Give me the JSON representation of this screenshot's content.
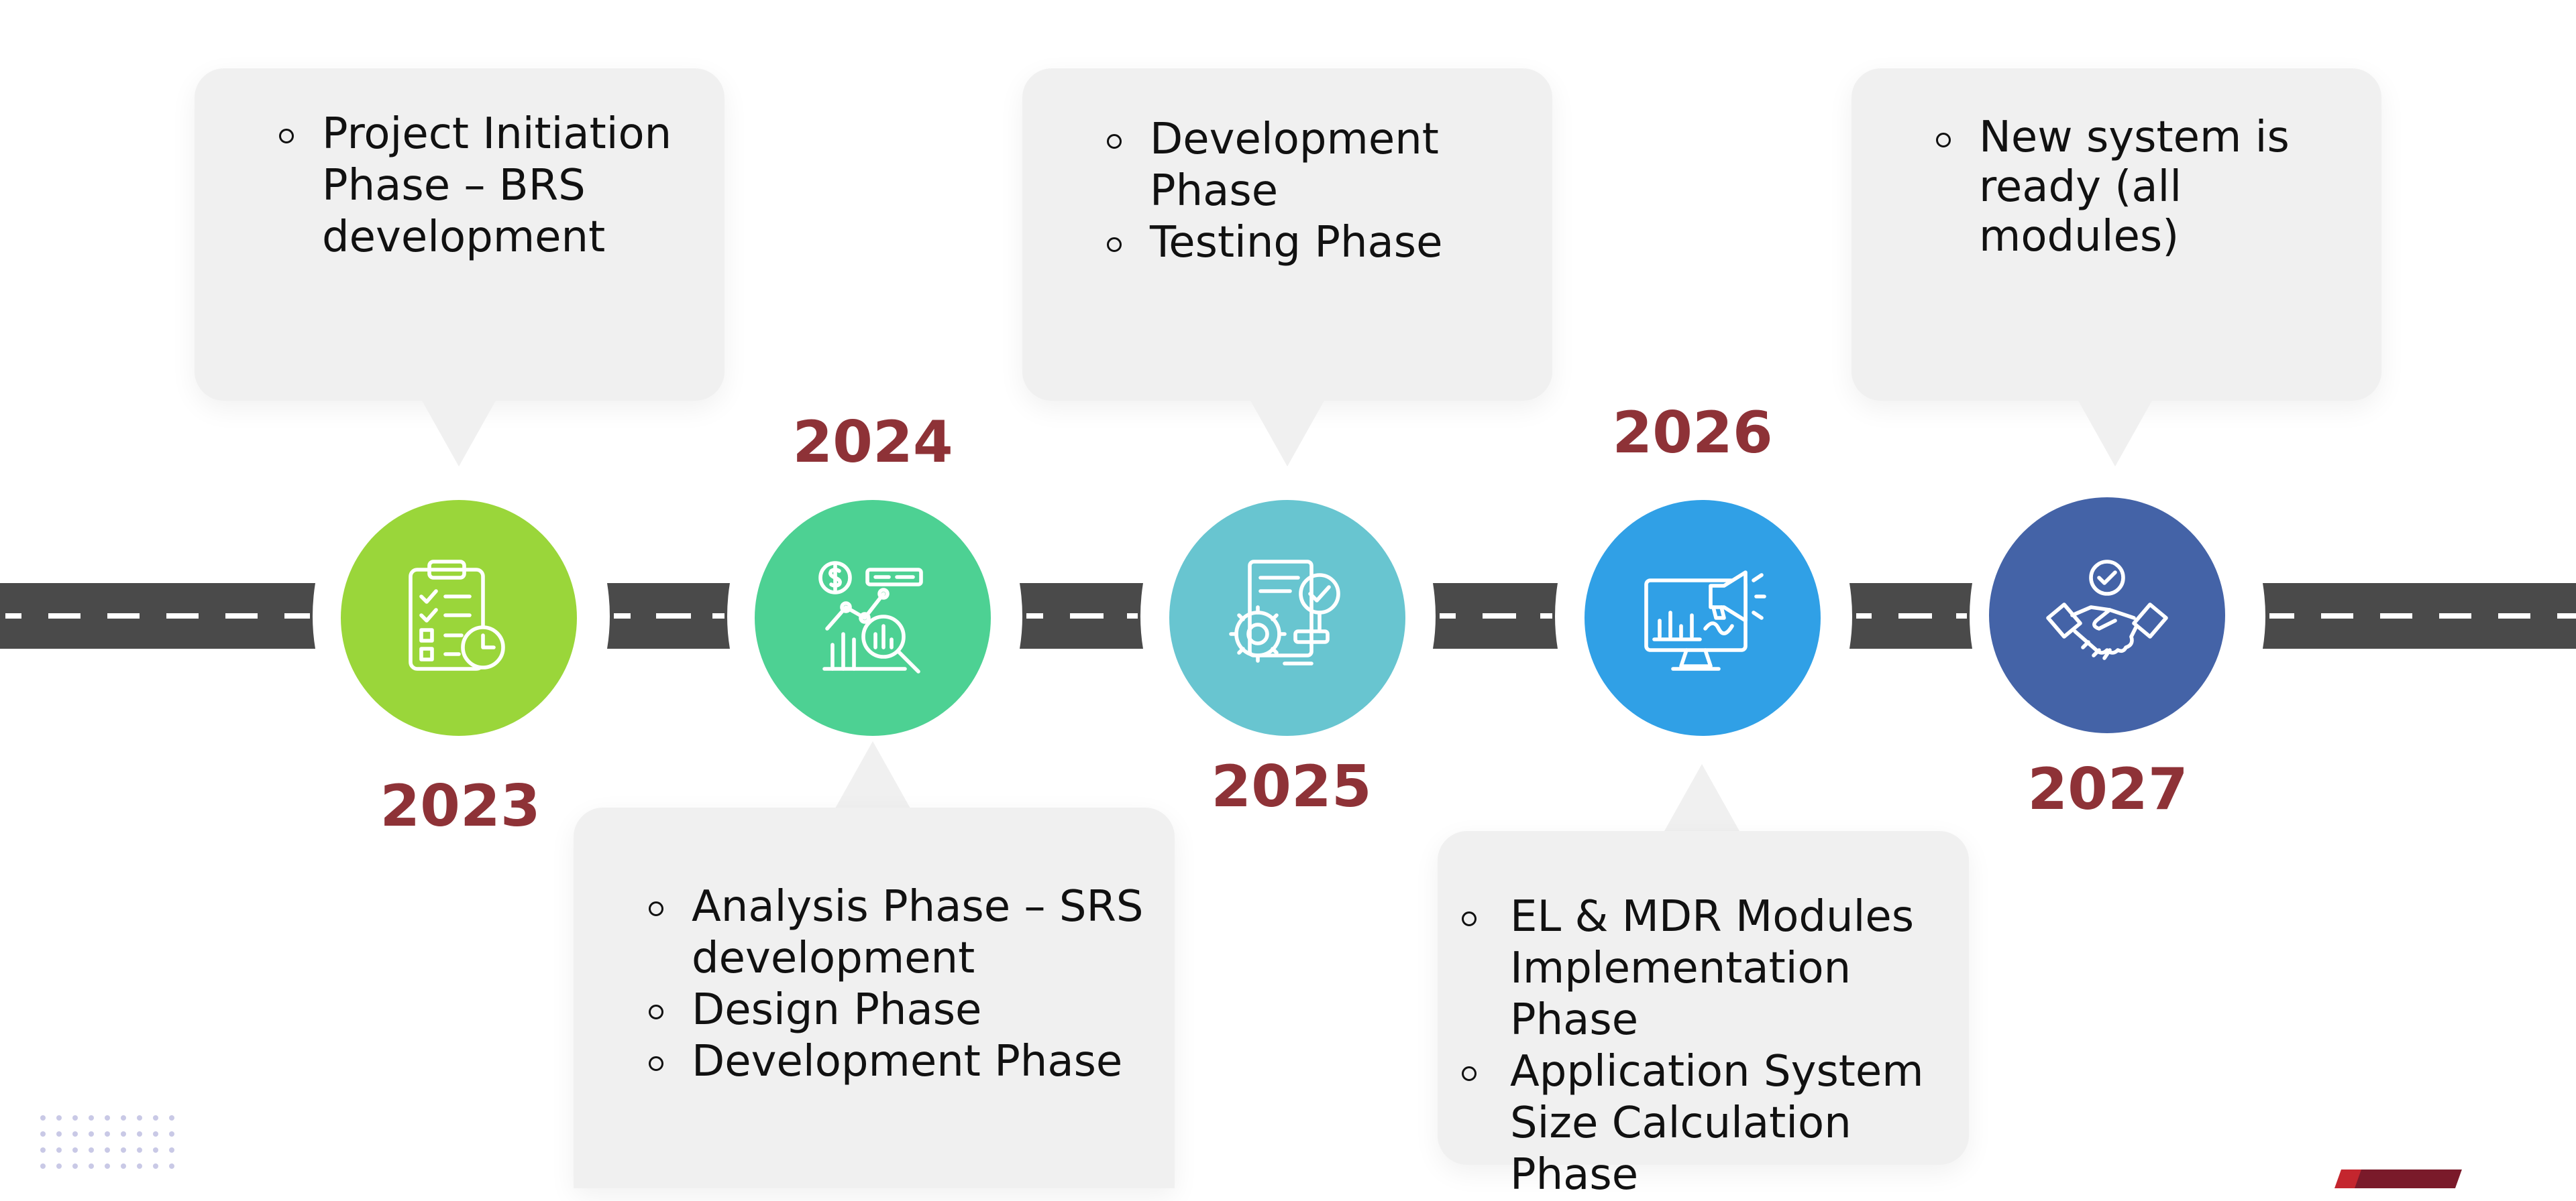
{
  "milestones": [
    {
      "year": "2023",
      "color": "#9ad63a",
      "icon": "checklist-clock-icon",
      "items": [
        "Project Initiation Phase – BRS development"
      ]
    },
    {
      "year": "2024",
      "color": "#4dd193",
      "icon": "financial-analysis-icon",
      "items": [
        "Analysis Phase – SRS development",
        "Design Phase",
        "Development Phase"
      ]
    },
    {
      "year": "2025",
      "color": "#68c5d0",
      "icon": "document-gear-check-icon",
      "items": [
        "Development Phase",
        "Testing Phase"
      ]
    },
    {
      "year": "2026",
      "color": "#30a0e6",
      "icon": "monitor-chart-megaphone-icon",
      "items": [
        "EL & MDR Modules Implementation Phase",
        "Application System Size Calculation Phase"
      ]
    },
    {
      "year": "2027",
      "color": "#4463a7",
      "icon": "handshake-check-icon",
      "items": [
        "New system is ready (all modules)"
      ]
    }
  ],
  "colors": {
    "road": "#4a4a4a",
    "year_text": "#8e3237",
    "callout": "#f0f0f0"
  }
}
